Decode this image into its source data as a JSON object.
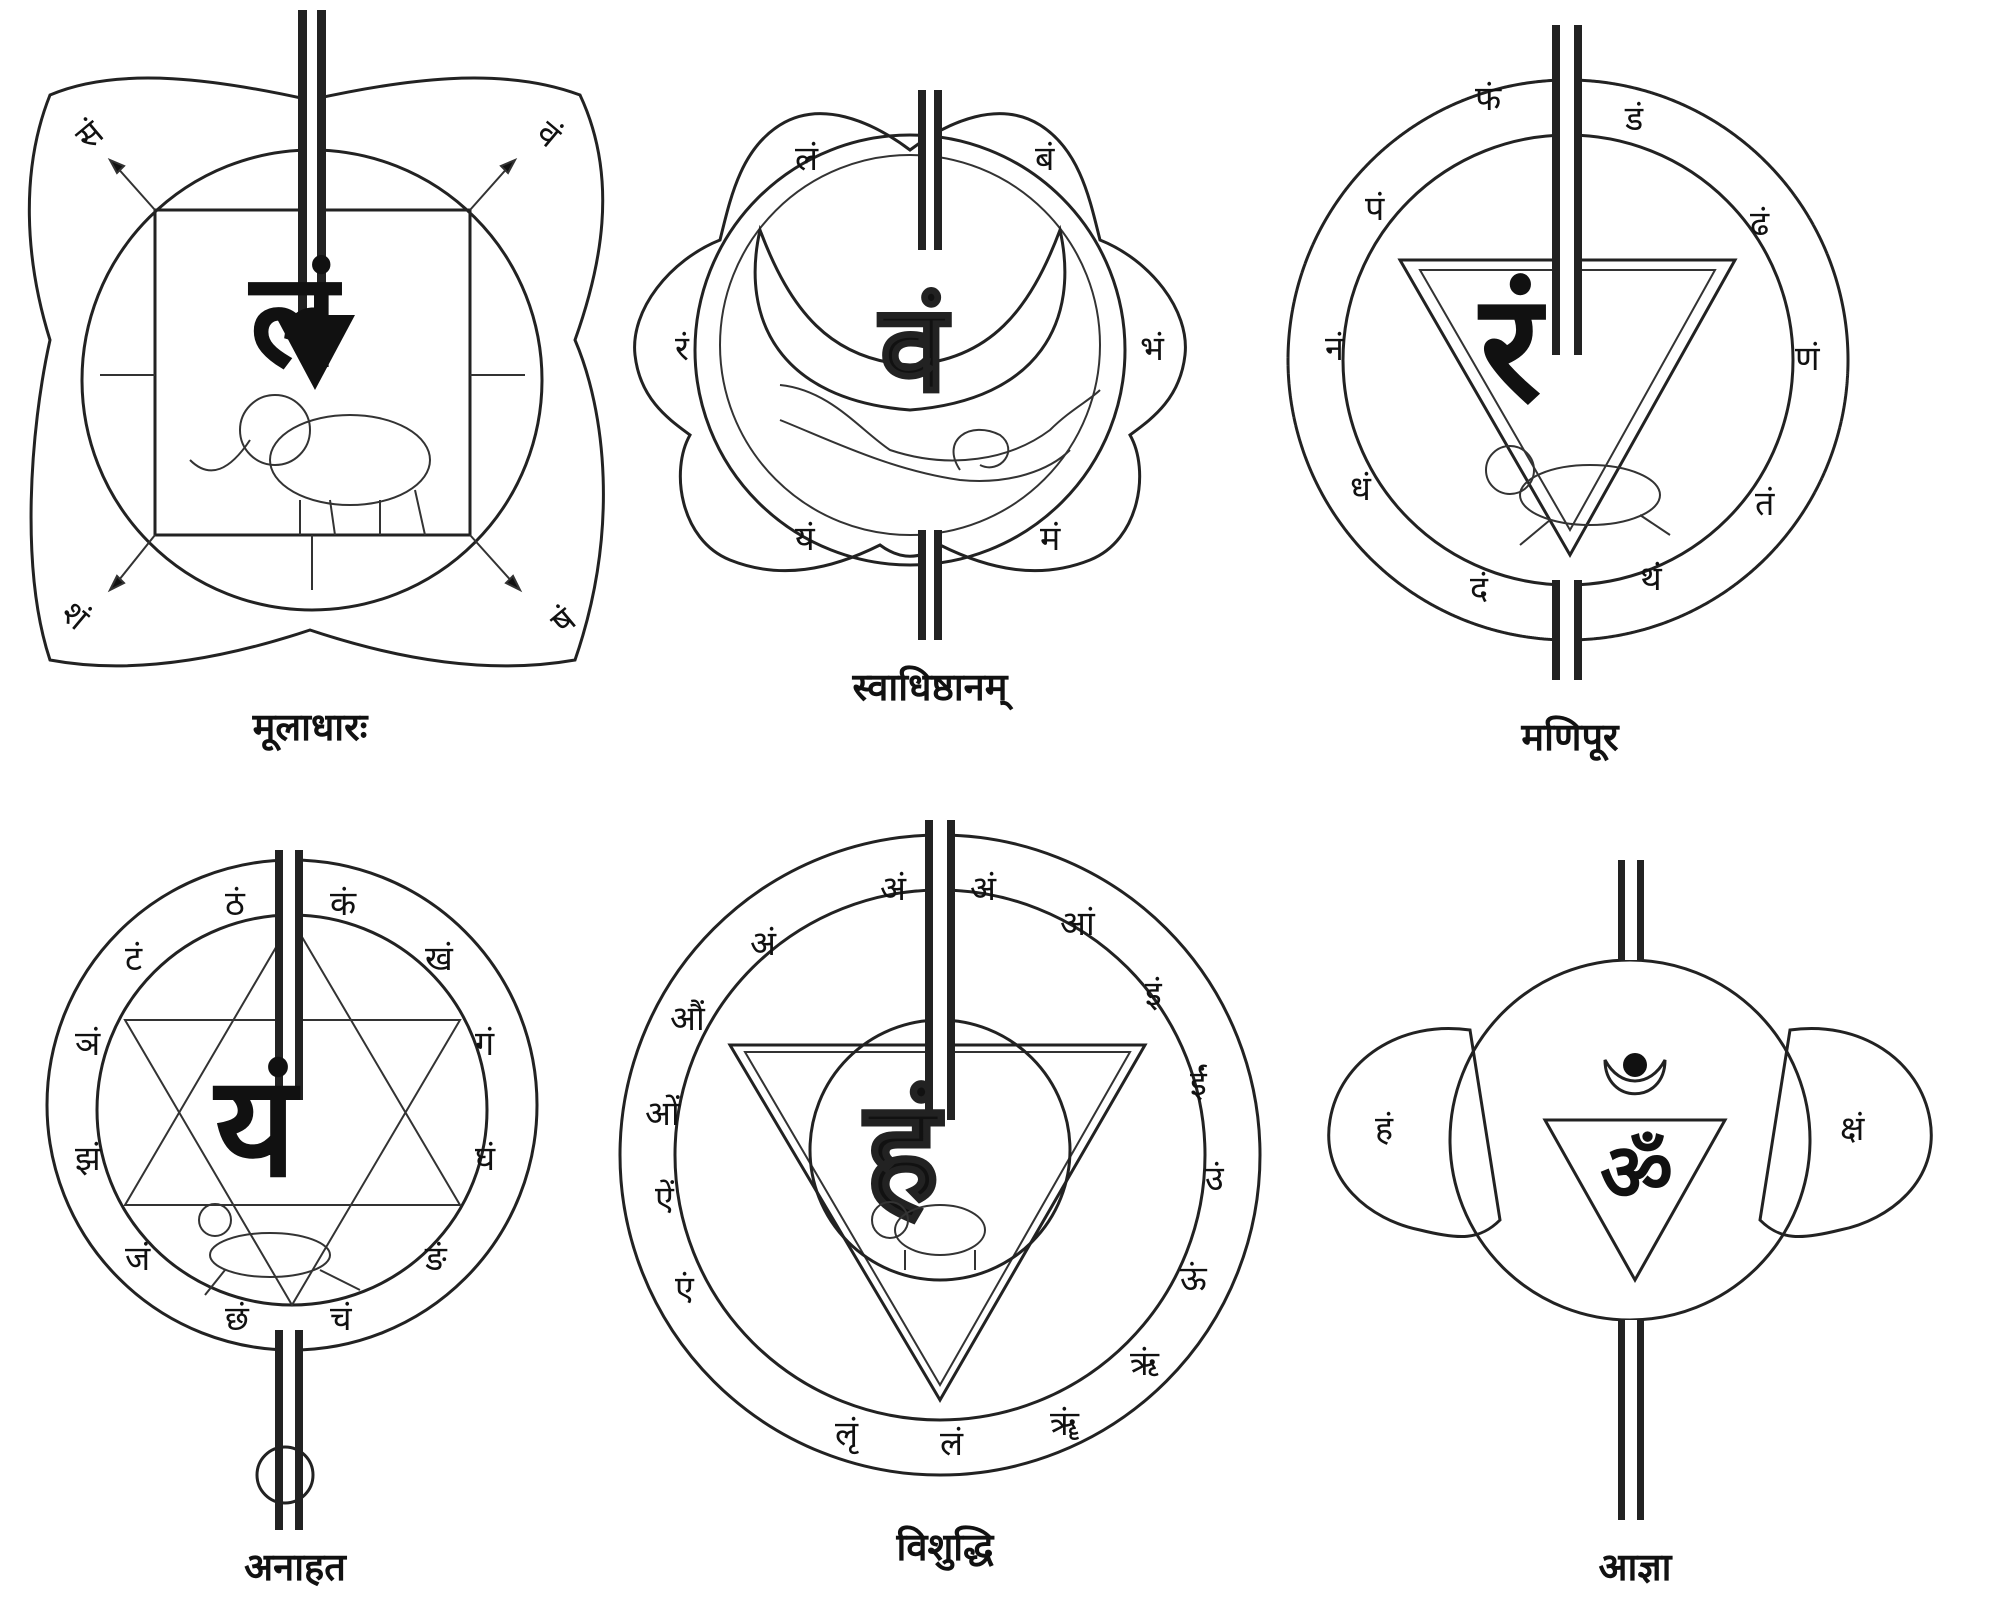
{
  "chakras": [
    {
      "name": "मूलाधारः",
      "bija": "लं",
      "petals": [
        "सं",
        "वं",
        "शं",
        "षं"
      ]
    },
    {
      "name": "स्वाधिष्ठानम्",
      "bija": "वं",
      "petals": [
        "लं",
        "बं",
        "भं",
        "मं",
        "यं",
        "रं"
      ]
    },
    {
      "name": "मणिपूर",
      "bija": "रं",
      "petals": [
        "फं",
        "डं",
        "ढं",
        "णं",
        "तं",
        "थं",
        "दं",
        "धं",
        "नं",
        "पं"
      ]
    },
    {
      "name": "अनाहत",
      "bija": "यं",
      "petals": [
        "ठं",
        "कं",
        "खं",
        "गं",
        "घं",
        "ङं",
        "चं",
        "छं",
        "जं",
        "झं",
        "ञं",
        "टं"
      ]
    },
    {
      "name": "विशुद्धि",
      "bija": "हं",
      "petals": [
        "अं",
        "अं",
        "आं",
        "इं",
        "ईं",
        "उं",
        "ऊं",
        "ऋं",
        "ॠं",
        "लं",
        "लृं",
        "एं",
        "ऐं",
        "ओं",
        "औं",
        "अं"
      ]
    },
    {
      "name": "आज्ञा",
      "bija": "ॐ",
      "petals": [
        "हं",
        "क्षं"
      ]
    }
  ]
}
